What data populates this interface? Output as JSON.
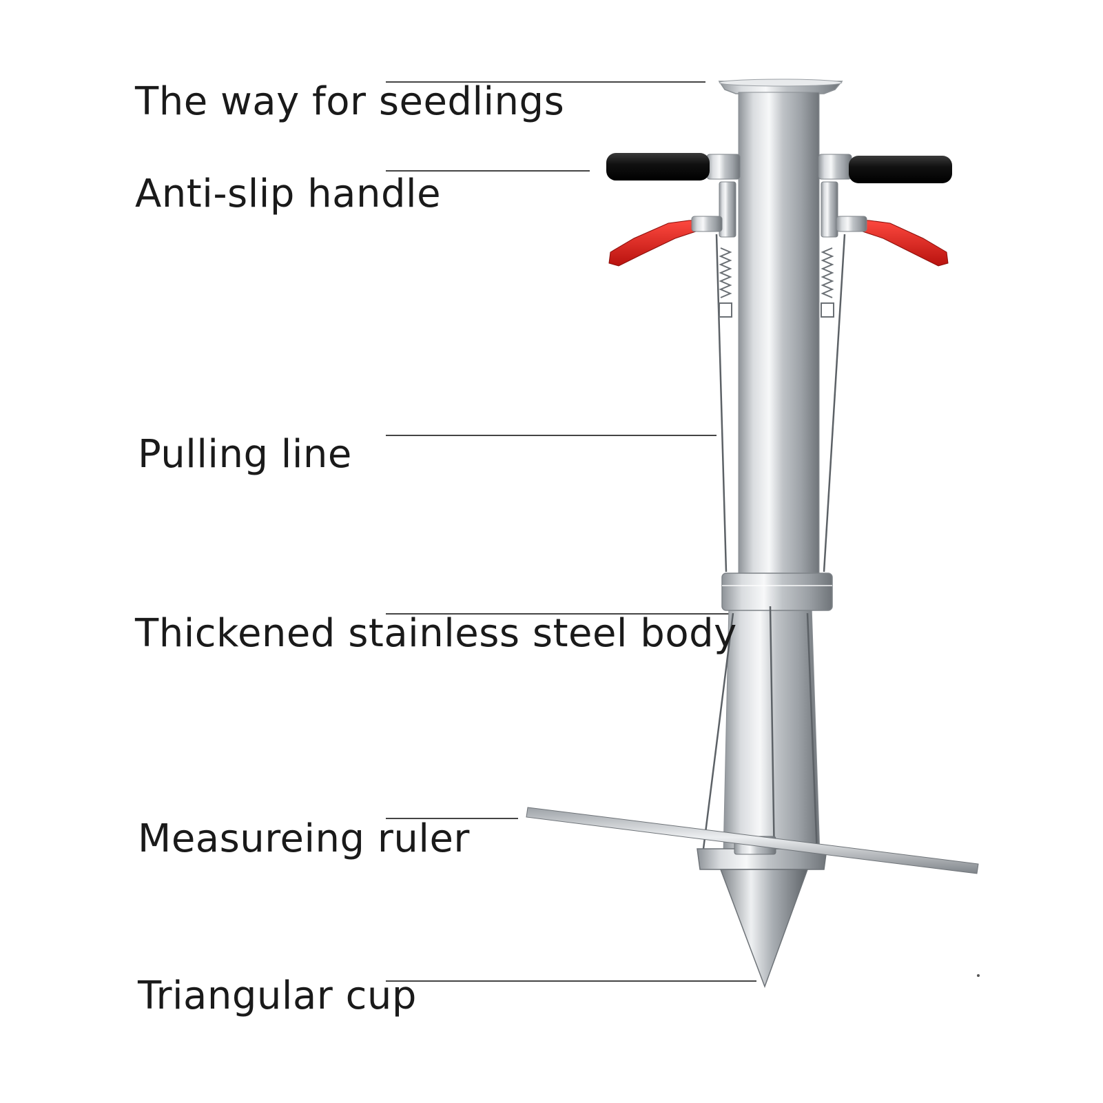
{
  "labels": [
    {
      "id": "seedling-way",
      "text": "The way for seedlings"
    },
    {
      "id": "anti-slip-handle",
      "text": "Anti-slip handle"
    },
    {
      "id": "pulling-line",
      "text": "Pulling line"
    },
    {
      "id": "steel-body",
      "text": "Thickened stainless steel body"
    },
    {
      "id": "measuring-ruler",
      "text": "Measureing ruler"
    },
    {
      "id": "triangular-cup",
      "text": "Triangular cup"
    }
  ],
  "colors": {
    "background": "#ffffff",
    "text": "#1a1a1a",
    "leader_line": "#444444",
    "steel": "#c9ccd0",
    "grip_black": "#111111",
    "lever_red": "#e0201c"
  }
}
